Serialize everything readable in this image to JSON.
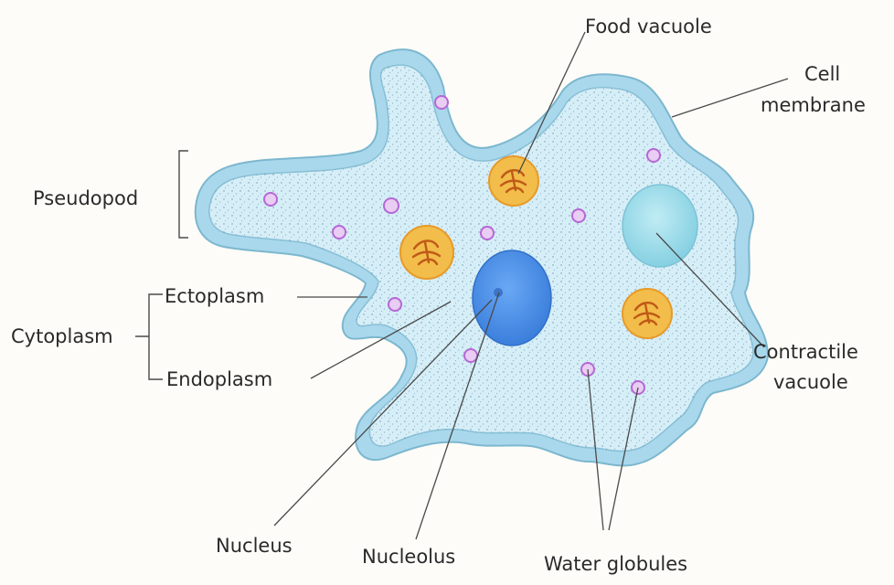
{
  "labels": {
    "food_vacuole": "Food vacuole",
    "cell_membrane_line1": "Cell",
    "cell_membrane_line2": "membrane",
    "pseudopod": "Pseudopod",
    "ectoplasm": "Ectoplasm",
    "cytoplasm": "Cytoplasm",
    "endoplasm": "Endoplasm",
    "contractile_vacuole_line1": "Contractile",
    "contractile_vacuole_line2": "vacuole",
    "nucleus": "Nucleus",
    "nucleolus": "Nucleolus",
    "water_globules": "Water globules"
  },
  "colors": {
    "cytoplasm": "#d6eef7",
    "membrane": "#a9d8ec",
    "nucleus": "#4f8fe6",
    "food_vacuole": "#f2bd4a",
    "contractile_vacuole": "#9fdcea",
    "water_globule": "#b468d6"
  }
}
